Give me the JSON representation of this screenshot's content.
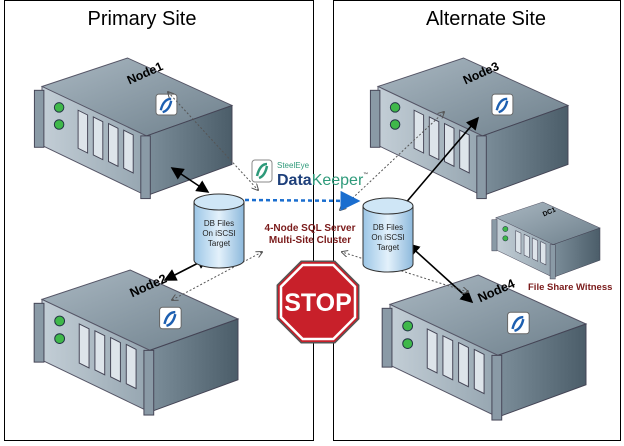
{
  "sites": {
    "primary": "Primary Site",
    "alternate": "Alternate Site"
  },
  "nodes": [
    {
      "id": "node1",
      "label": "Node1"
    },
    {
      "id": "node2",
      "label": "Node2"
    },
    {
      "id": "node3",
      "label": "Node3"
    },
    {
      "id": "node4",
      "label": "Node4"
    }
  ],
  "witness_server": {
    "label": "DC1",
    "caption": "File Share Witness"
  },
  "storage": {
    "line1": "DB Files",
    "line2": "On iSCSI",
    "line3": "Target"
  },
  "cluster": {
    "line1": "4-Node SQL Server",
    "line2": "Multi-Site Cluster"
  },
  "product": {
    "brand": "SteelEye",
    "name_part1": "Data",
    "name_part2": "Keeper",
    "tm": "™"
  },
  "stop_sign": "STOP",
  "colors": {
    "server_top": "#8a9aa6",
    "server_side": "#5f7280",
    "stop_red": "#c8202a",
    "replication_blue": "#1a6ecf",
    "accent_green": "#2e9a7a",
    "cluster_text": "#7a1a1a"
  }
}
